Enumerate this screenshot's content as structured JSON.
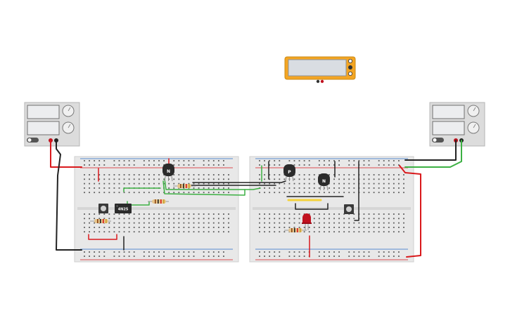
{
  "components": {
    "transistor_npn": {
      "label": "N"
    },
    "transistor_pnp": {
      "label": "P"
    },
    "ic_chip": {
      "label": "4N25"
    }
  },
  "colors": {
    "breadboard": "#e8e8e8",
    "hole": "#5a5a5a",
    "rail_red": "#d9191c",
    "rail_blue": "#2a6fc9",
    "wire_red": "#d9191c",
    "wire_black": "#222222",
    "wire_green": "#3cb043",
    "multimeter_body": "#f4a523",
    "power_supply_body": "#dcdcdc",
    "lcd": "#d9dde2",
    "led": "#c1121f",
    "transistor": "#2b2b2b"
  }
}
